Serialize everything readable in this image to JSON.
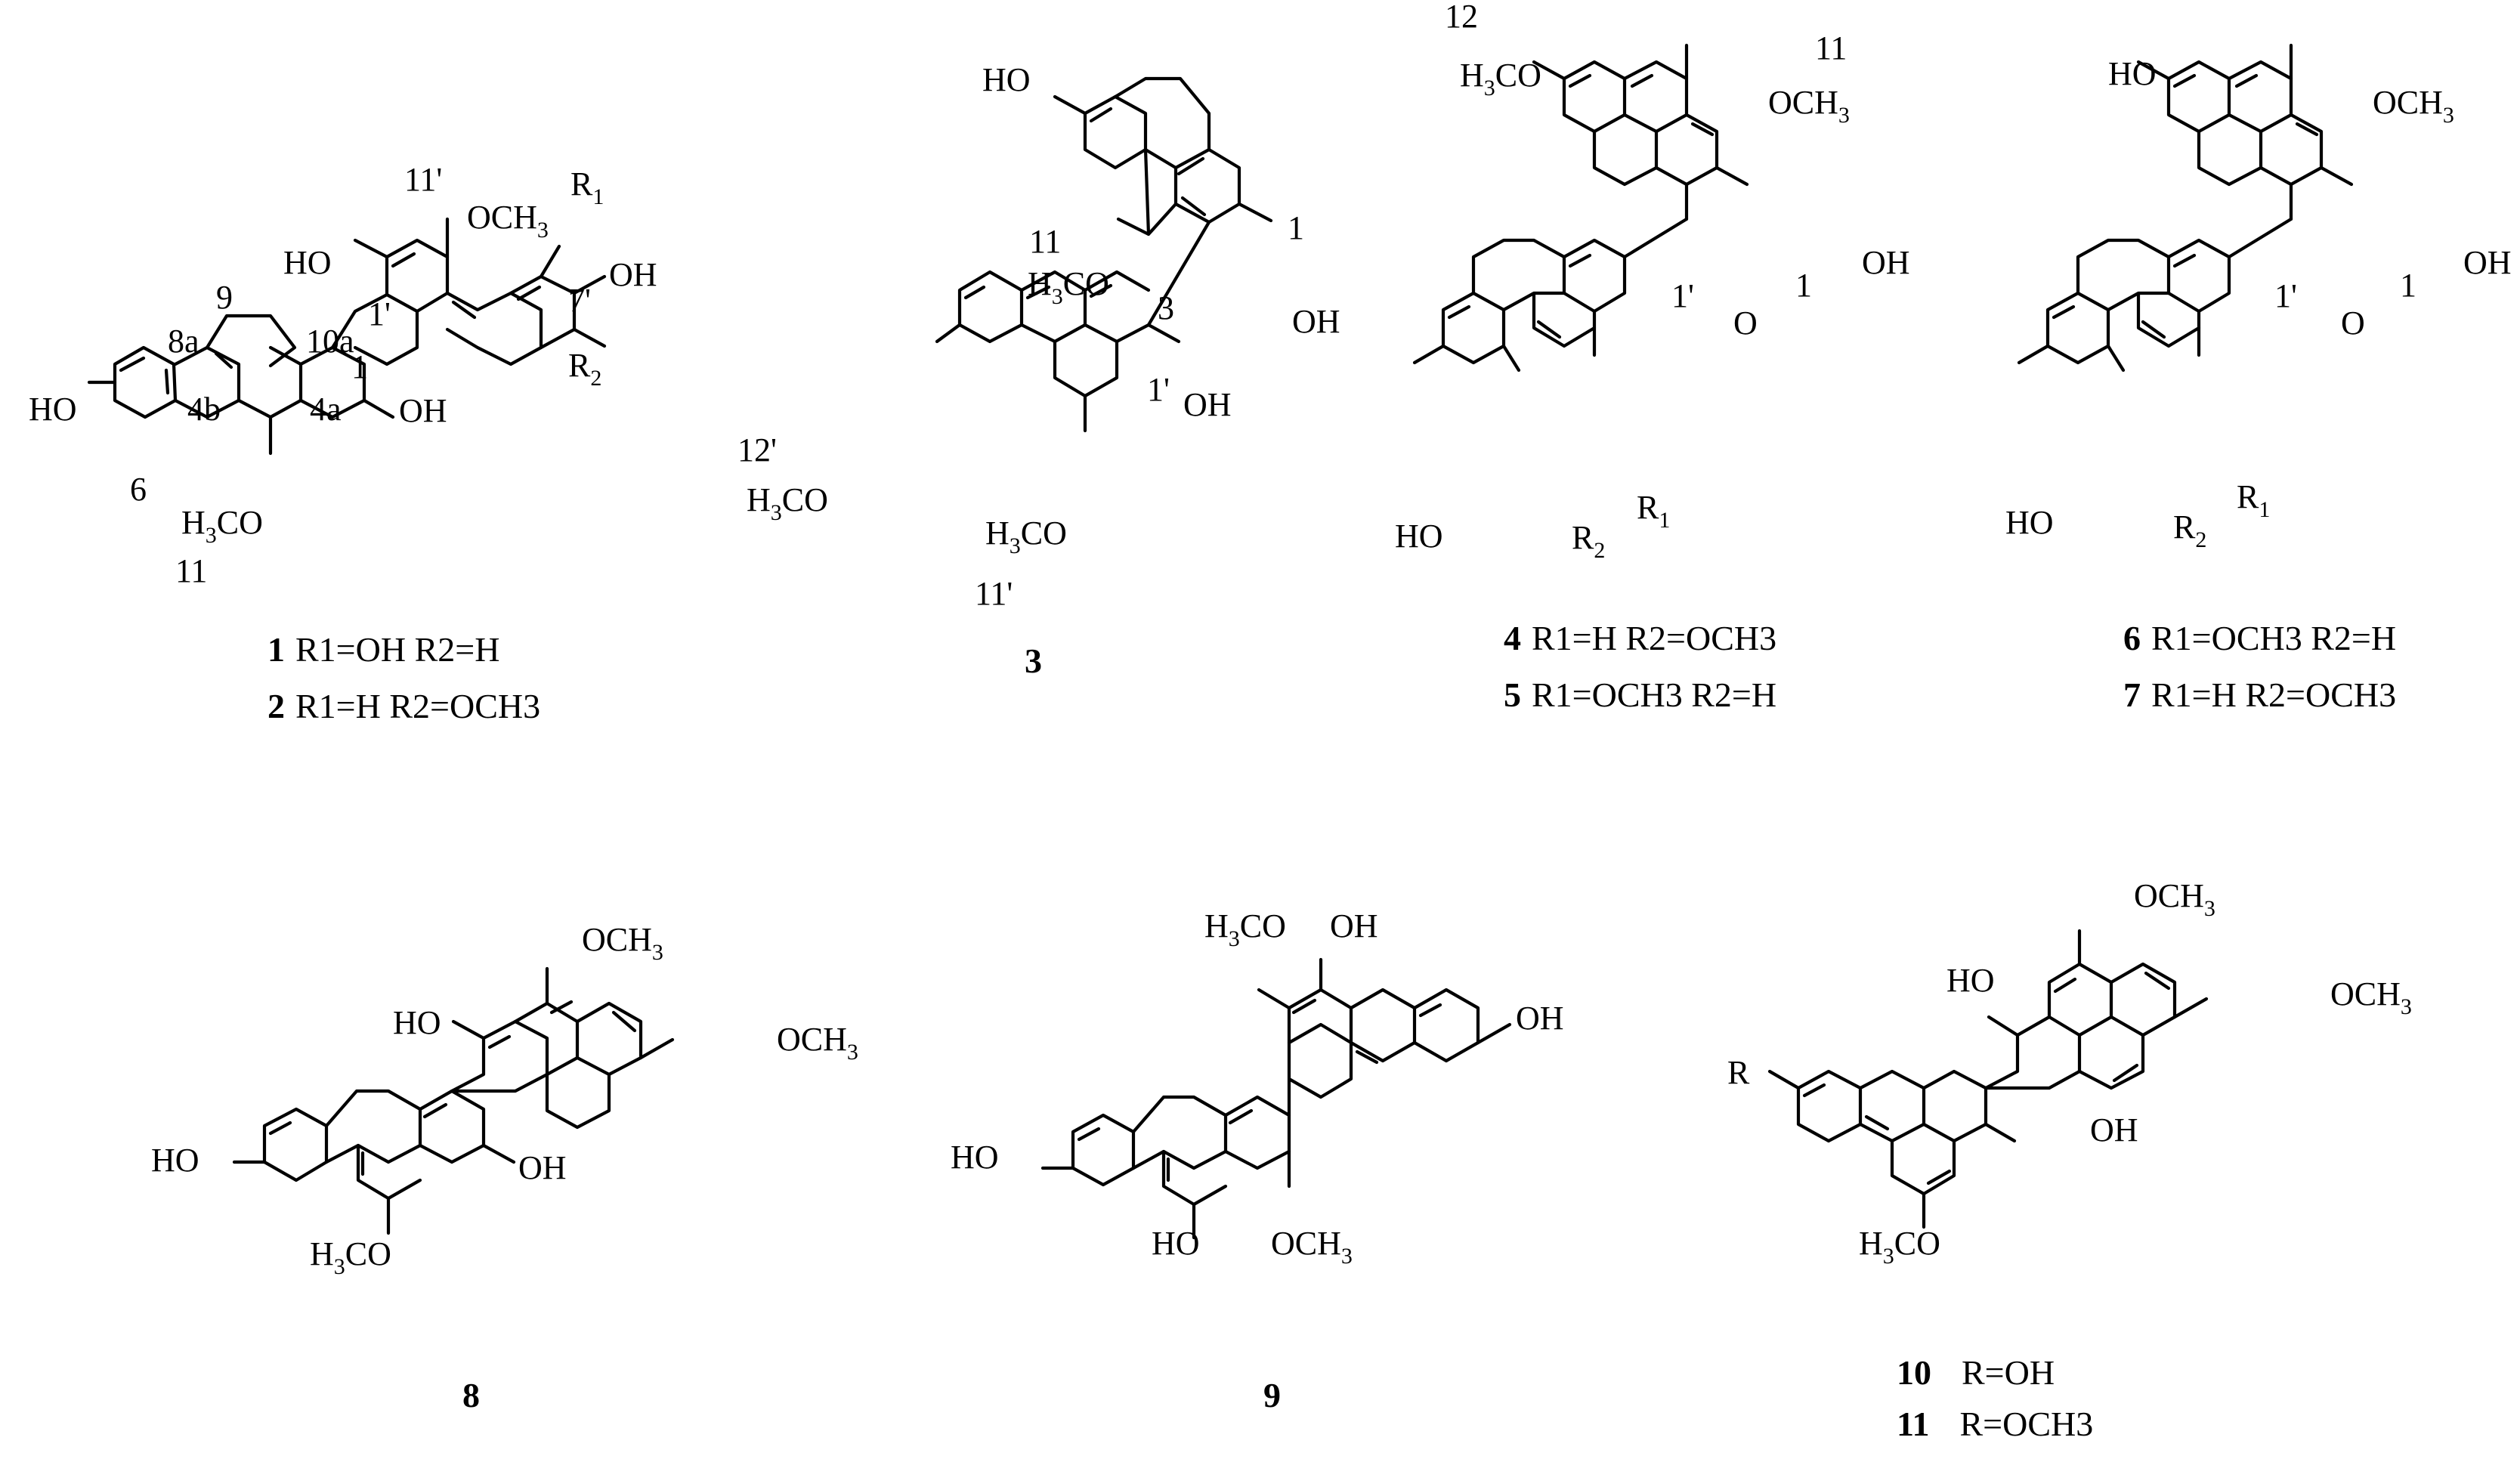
{
  "compounds": [
    {
      "number": "1",
      "substituents": "R1=OH R2=H",
      "labels": {
        "r1": "R",
        "r1sub": "1",
        "r2": "R",
        "r2sub": "2",
        "oh_a": "HO",
        "oh_b": "OH",
        "oh_c": "OH",
        "oh_d": "HO",
        "ome_top": "OCH",
        "ome_top_sub": "3",
        "ome_bot": "H",
        "ome_bot_sub": "3",
        "ome_bot_tail": "CO",
        "n11p": "11'",
        "n7p": "7'",
        "n1p": "1'",
        "n10a": "10a",
        "n1": "1",
        "n9": "9",
        "n8a": "8a",
        "n4b": "4b",
        "n4a": "4a",
        "n6": "6",
        "n11": "11"
      }
    },
    {
      "number": "2",
      "substituents": "R1=H R2=OCH3"
    },
    {
      "number": "3",
      "labels": {
        "oh_top": "HO",
        "oh_right": "OH",
        "oh_mid": "OH",
        "n11": "11",
        "n1": "1",
        "n3": "3",
        "n1p": "1'",
        "n12p": "12'",
        "n11p": "11'",
        "ome1": "H",
        "ome1_sub": "3",
        "ome1_tail": "CO",
        "ome2": "H",
        "ome2_sub": "3",
        "ome2_tail": "CO",
        "ome3": "H",
        "ome3_sub": "3",
        "ome3_tail": "CO"
      }
    },
    {
      "number": "4",
      "substituents": "R1=H R2=OCH3",
      "labels": {
        "n12": "12",
        "n11": "11",
        "ome_top": "OCH",
        "ome_top_sub": "3",
        "ome_left": "H",
        "ome_left_sub": "3",
        "ome_left_tail": "CO",
        "oh": "OH",
        "n1": "1",
        "o": "O",
        "n1p": "1'",
        "ho": "HO",
        "r1": "R",
        "r1sub": "1",
        "r2": "R",
        "r2sub": "2"
      }
    },
    {
      "number": "5",
      "substituents": "R1=OCH3 R2=H"
    },
    {
      "number": "6",
      "substituents": "R1=OCH3 R2=H",
      "labels": {
        "ho_top": "HO",
        "ome_top": "OCH",
        "ome_top_sub": "3",
        "oh": "OH",
        "n1": "1",
        "n1p": "1'",
        "o": "O",
        "ho": "HO",
        "r1": "R",
        "r1sub": "1",
        "r2": "R",
        "r2sub": "2"
      }
    },
    {
      "number": "7",
      "substituents": "R1=H R2=OCH3"
    },
    {
      "number": "8",
      "labels": {
        "ome_top": "OCH",
        "ome_top_sub": "3",
        "ome_right": "OCH",
        "ome_right_sub": "3",
        "oh_a": "HO",
        "oh_b": "OH",
        "ho": "HO",
        "ome_bot": "H",
        "ome_bot_sub": "3",
        "ome_bot_tail": "CO"
      }
    },
    {
      "number": "9",
      "labels": {
        "ome_top": "H",
        "ome_top_sub": "3",
        "ome_top_tail": "CO",
        "oh_top": "OH",
        "oh_right": "OH",
        "ho": "HO",
        "ho_bot": "HO",
        "ome_bot": "OCH",
        "ome_bot_sub": "3"
      }
    },
    {
      "number": "10",
      "substituents": "R=OH",
      "labels": {
        "ome_top": "OCH",
        "ome_top_sub": "3",
        "ome_right": "OCH",
        "ome_right_sub": "3",
        "oh_a": "HO",
        "oh_b": "OH",
        "r": "R",
        "ome_bot": "H",
        "ome_bot_sub": "3",
        "ome_bot_tail": "CO"
      }
    },
    {
      "number": "11",
      "substituents": "R=OCH3"
    }
  ]
}
